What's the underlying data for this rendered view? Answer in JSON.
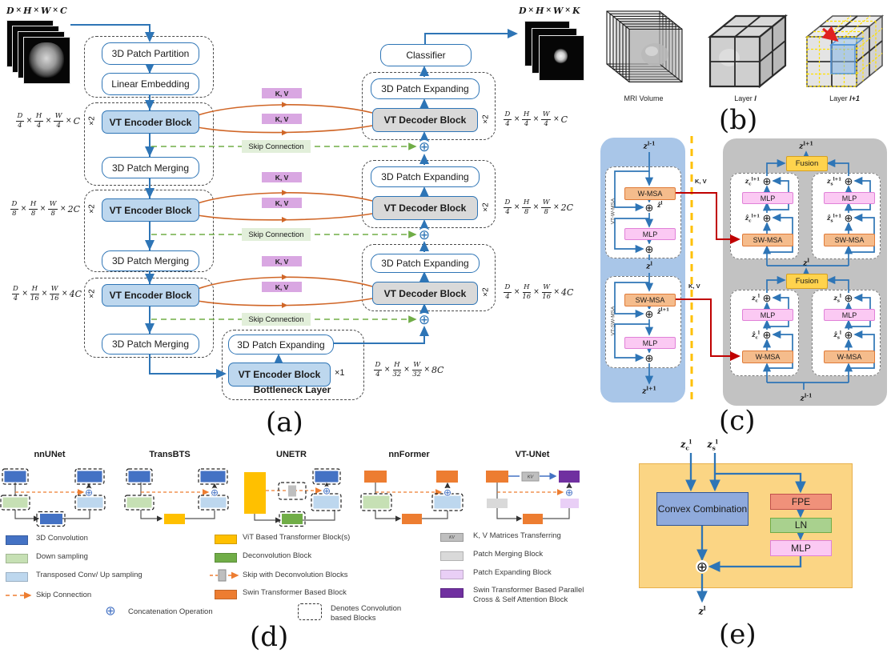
{
  "sym": {
    "oplus": "⊕"
  },
  "colors": {
    "flow_blue": "#2E75B6",
    "conv_blue": "#4472C4",
    "encoder_fill": "#BDD7EE",
    "decoder_fill": "#D9D9D9",
    "kv_purple": "#D9A7E2",
    "skip_green_bg": "#E2EFDA",
    "skip_green": "#70AD47",
    "orange_curve": "#D06627",
    "swin_orange": "#ED7D31",
    "attn_salmon": "#F5BC8C",
    "mlp_pink": "#FBC9F3",
    "fusion_yellow": "#FFD34D",
    "kv_red": "#C00000",
    "divider_yellow": "#FFC000",
    "panel_c_blue": "#A9C6E8",
    "panel_c_gray": "#C2C2C2",
    "vit_yellow": "#FFC000",
    "deconv_green": "#70AD47",
    "down_green": "#C6E0B4",
    "merge_gray": "#D9D9D9",
    "expand_purple": "#E9CFF6",
    "parallel_purple": "#7030A0",
    "panel_e_bg": "#FBD584",
    "convex_blue": "#8FAADC",
    "fpe_salmon": "#F0917A",
    "ln_green": "#A9D18E"
  },
  "panel_a": {
    "caption": "(a)",
    "input_dim": "D × H × W × C",
    "output_dim": "D × H × W × K",
    "labels": {
      "patch_partition": "3D Patch Partition",
      "linear_embedding": "Linear Embedding",
      "vt_encoder": "VT Encoder Block",
      "patch_merging": "3D Patch Merging",
      "patch_expanding": "3D Patch Expanding",
      "vt_decoder": "VT Decoder Block",
      "classifier": "Classifier",
      "bottleneck": "Bottleneck Layer",
      "kv": "K, V",
      "skip": "Skip Connection",
      "x2": "×2",
      "x1": "×1"
    },
    "dims_left": [
      "D/4 × H/4 × W/4 × C",
      "D/8 × H/8 × W/8 × 2C",
      "D/4 × H/16 × W/16 × 4C"
    ],
    "dims_right": [
      "D/4 × H/4 × W/4 × C",
      "D/4 × H/8 × W/8 × 2C",
      "D/4 × H/16 × W/16 × 4C"
    ],
    "dim_bottleneck": "D/4 × H/32 × W/32 × 8C"
  },
  "panel_b": {
    "caption": "(b)",
    "items": [
      {
        "label": "MRI Volume",
        "math": ""
      },
      {
        "label": "Layer ",
        "math": "l"
      },
      {
        "label": "Layer ",
        "math": "l+1"
      }
    ]
  },
  "panel_c": {
    "caption": "(c)",
    "kv": "K, V",
    "left": {
      "in": "z^l-1",
      "mid": "z^l",
      "out": "z^l+1",
      "block1": "VT-W-MSA",
      "block2": "VT-SW-MSA",
      "wmsa": "W-MSA",
      "swmsa": "SW-MSA",
      "mlp": "MLP",
      "hat1": "ẑ^l",
      "hat2": "ẑ^l+1"
    },
    "right": {
      "top": "z^l+1",
      "mid": "z^l",
      "bottom": "z^l-1",
      "fusion": "Fusion",
      "mlp": "MLP",
      "swmsa": "SW-MSA",
      "wmsa": "W-MSA",
      "r1c_out": "z_c^l+1",
      "r1c_hat": "ẑ_c^l+1",
      "r1s_out": "z_s^l+1",
      "r1s_hat": "ẑ_s^l+1",
      "r2c_out": "z_c^l",
      "r2c_hat": "ẑ_c^l",
      "r2s_out": "z_s^l",
      "r2s_hat": "ẑ_s^l"
    }
  },
  "panel_d": {
    "caption": "(d)",
    "models": [
      "nnUNet",
      "TransBTS",
      "UNETR",
      "nnFormer",
      "VT-UNet"
    ],
    "kv_chip": "KV",
    "legend1": [
      {
        "label": "3D Convolution"
      },
      {
        "label": "Down sampling"
      },
      {
        "label": "Transposed Conv/ Up sampling"
      },
      {
        "label": "Skip Connection"
      },
      {
        "label": "Concatenation Operation"
      }
    ],
    "legend2": [
      {
        "label": "ViT Based Transformer Block(s)"
      },
      {
        "label": "Deconvolution Block"
      },
      {
        "label": "Skip with Deconvolution Blocks"
      },
      {
        "label": "Swin Transformer Based Block"
      },
      {
        "label": "Denotes Convolution based Blocks"
      }
    ],
    "legend3": [
      {
        "label": "K, V Matrices Transferring"
      },
      {
        "label": "Patch Merging Block"
      },
      {
        "label": "Patch Expanding Block"
      },
      {
        "label": "Swin Transformer Based Parallel Cross & Self Attention Block"
      }
    ]
  },
  "panel_e": {
    "caption": "(e)",
    "in_c": "z_c^l",
    "in_s": "z_s^l",
    "out": "z^l",
    "convex": "Convex Combination",
    "fpe": "FPE",
    "ln": "LN",
    "mlp": "MLP"
  }
}
